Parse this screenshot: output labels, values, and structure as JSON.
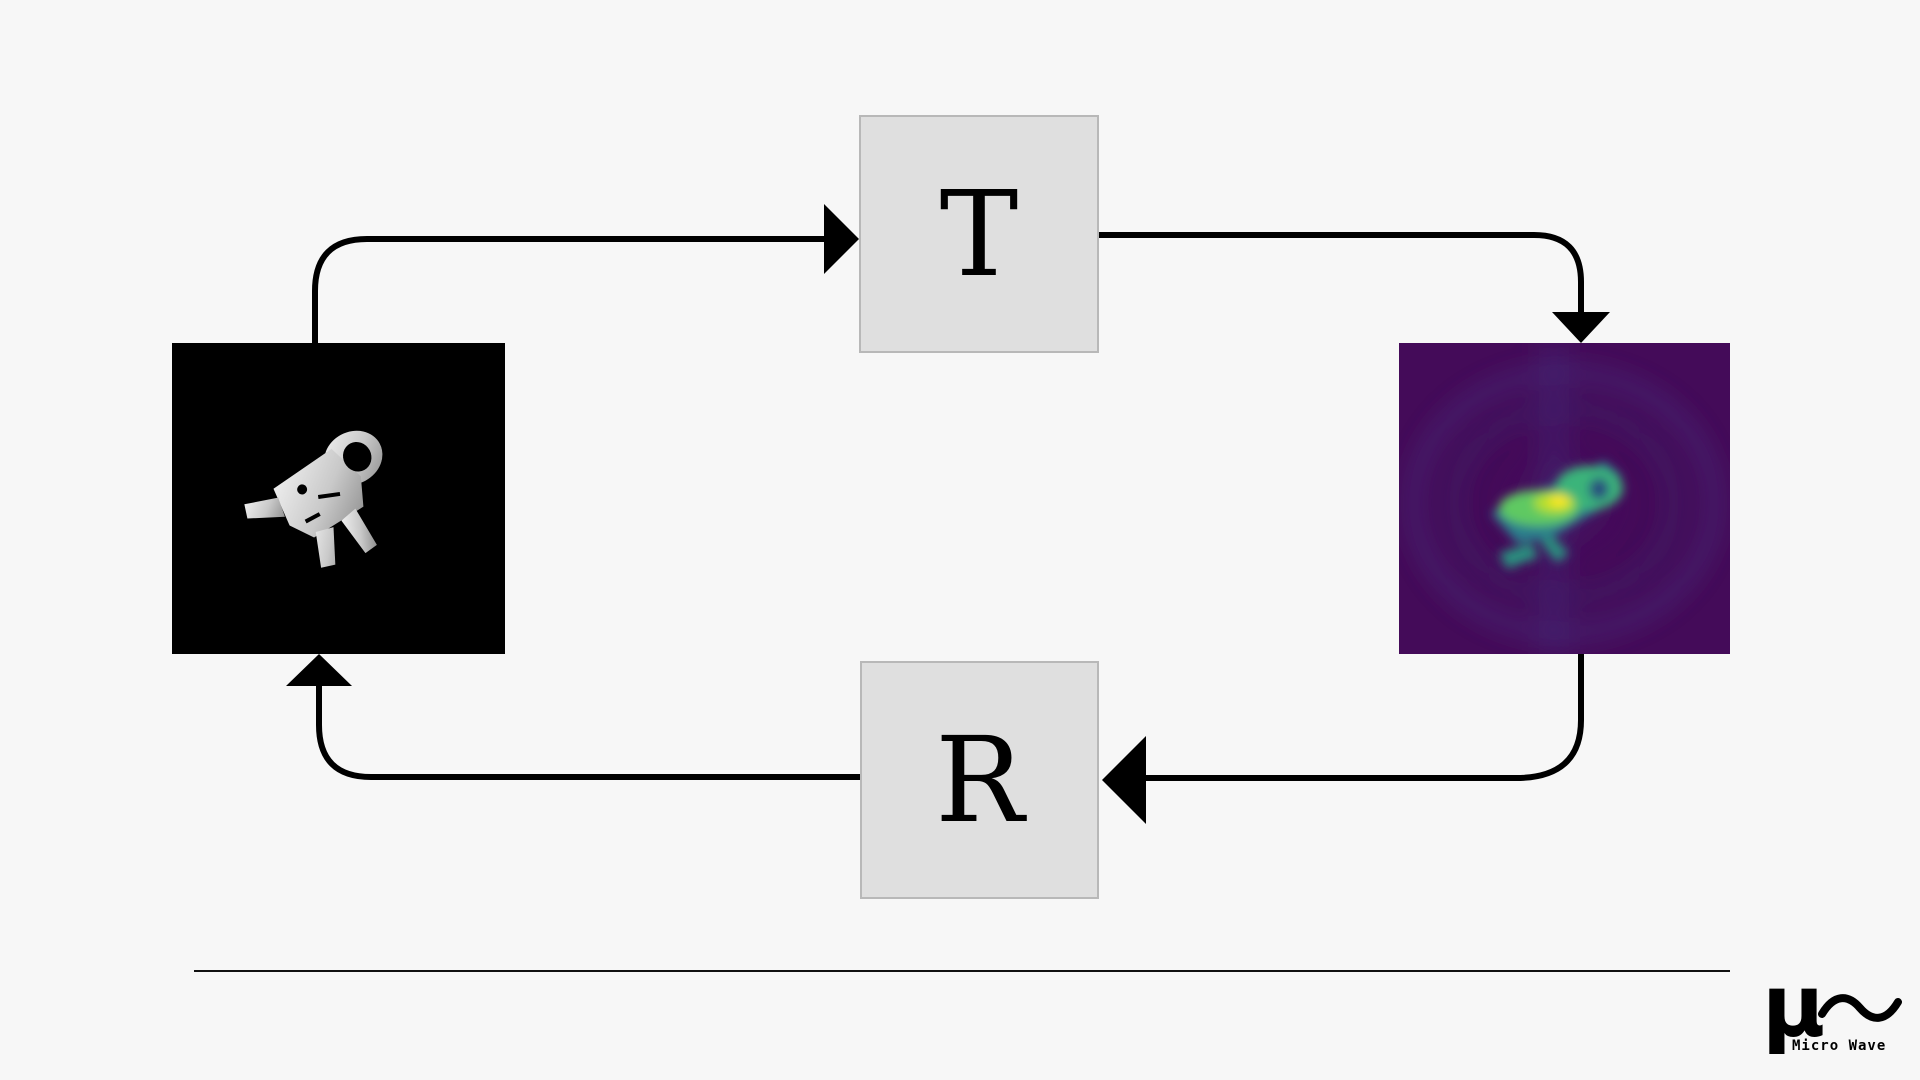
{
  "diagram": {
    "forward_operator": "T",
    "reverse_operator": "R",
    "input_image": "keychain-object-icon",
    "output_image": "reconstruction-heatmap",
    "colors": {
      "background": "#f7f7f7",
      "operator_box": "#dfdfdf",
      "operator_border": "#b8b8b8",
      "connector": "#000000",
      "input_background": "#000000",
      "heatmap_low": "#440b59",
      "heatmap_mid": "#21918c",
      "heatmap_high": "#fde725"
    }
  },
  "logo": {
    "symbol": "μ",
    "text": "Micro Wave",
    "icon": "wave-icon"
  }
}
